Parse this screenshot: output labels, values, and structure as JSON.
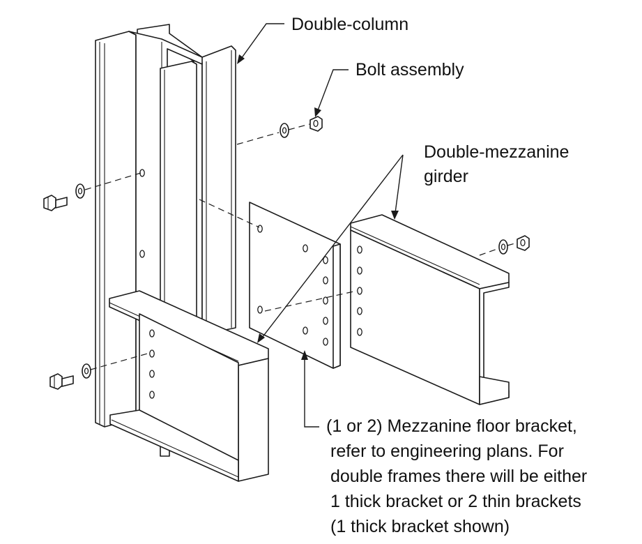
{
  "labels": {
    "double_column": "Double-column",
    "bolt_assembly": "Bolt assembly",
    "girder_line1": "Double-mezzanine",
    "girder_line2": "girder",
    "bracket_line1": "(1 or 2)  Mezzanine floor bracket,",
    "bracket_line2": "refer to engineering plans. For",
    "bracket_line3": "double frames there will be either",
    "bracket_line4": "1 thick bracket or 2 thin brackets",
    "bracket_line5": "(1 thick bracket shown)"
  },
  "colors": {
    "line": "#1a1a1a",
    "background": "#ffffff"
  }
}
